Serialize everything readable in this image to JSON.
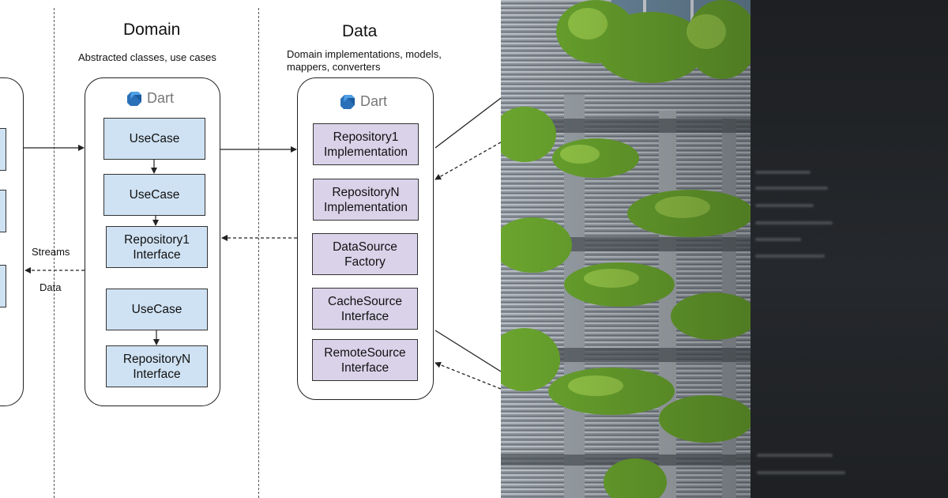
{
  "columns": {
    "domain": {
      "title": "Domain",
      "subtitle": "Abstracted classes, use cases",
      "logo_text": "Dart",
      "boxes": [
        {
          "lines": [
            "UseCase"
          ]
        },
        {
          "lines": [
            "UseCase"
          ]
        },
        {
          "lines": [
            "Repository1",
            "Interface"
          ]
        },
        {
          "lines": [
            "UseCase"
          ]
        },
        {
          "lines": [
            "RepositoryN",
            "Interface"
          ]
        }
      ]
    },
    "data": {
      "title": "Data",
      "subtitle_lines": [
        "Domain implementations, models,",
        "mappers, converters"
      ],
      "logo_text": "Dart",
      "boxes": [
        {
          "lines": [
            "Repository1",
            "Implementation"
          ]
        },
        {
          "lines": [
            "RepositoryN",
            "Implementation"
          ]
        },
        {
          "lines": [
            "DataSource",
            "Factory"
          ]
        },
        {
          "lines": [
            "CacheSource",
            "Interface"
          ]
        },
        {
          "lines": [
            "RemoteSource",
            "Interface"
          ]
        }
      ]
    }
  },
  "edge_labels": {
    "streams": "Streams",
    "data": "Data"
  },
  "colors": {
    "domain_box": "#cfe2f3",
    "data_box": "#d9d2e9",
    "dart_logo": "#2a70b8"
  },
  "photo": {
    "subject": "building facade with plants"
  },
  "code_panel": {
    "subject": "blurred code on dark screen"
  }
}
